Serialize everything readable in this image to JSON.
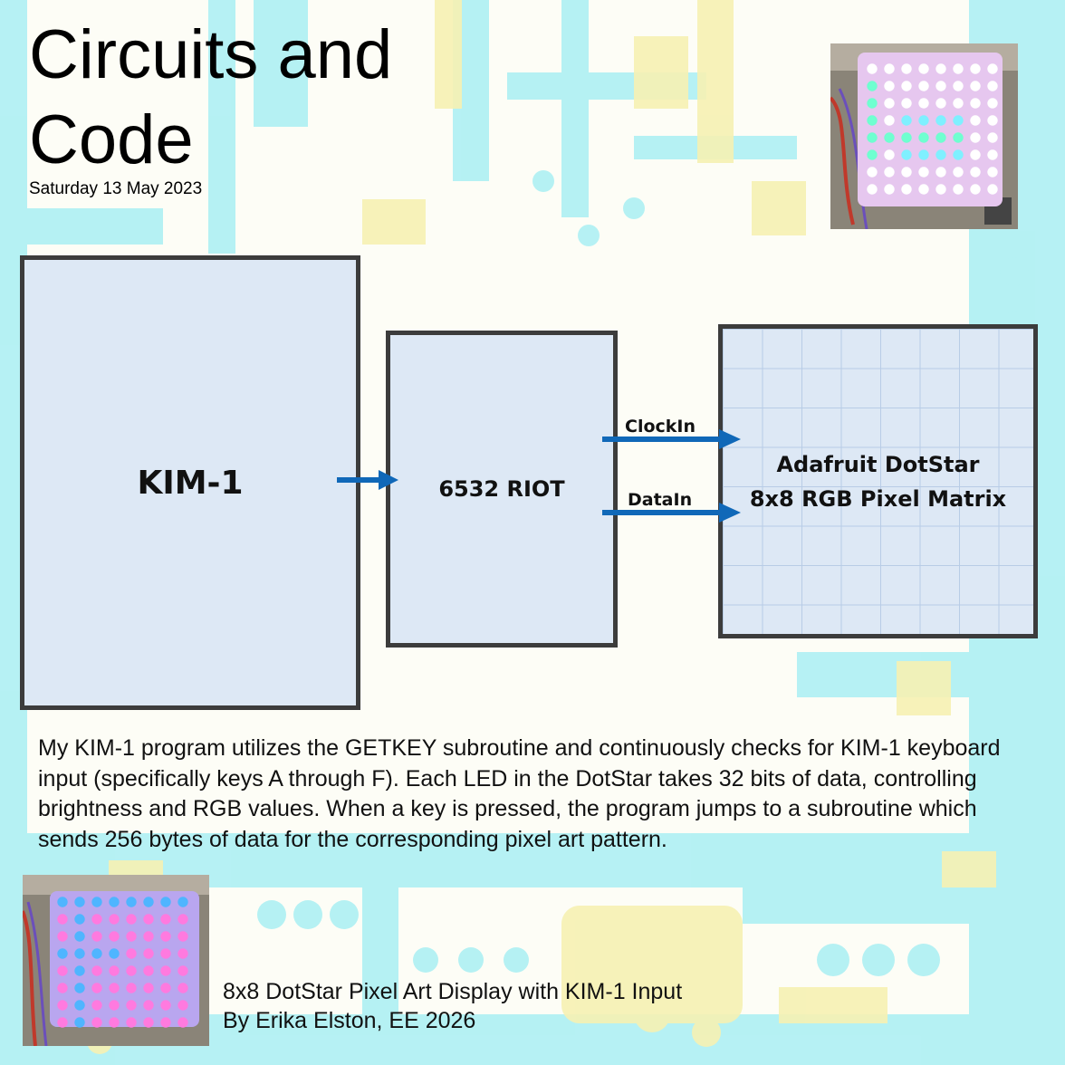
{
  "header": {
    "title_line1": "Circuits and",
    "title_line2": "Code",
    "date": "Saturday 13 May 2023"
  },
  "diagram": {
    "kim_label": "KIM-1",
    "riot_label": "6532 RIOT",
    "matrix_label_line1": "Adafruit DotStar",
    "matrix_label_line2": "8x8 RGB Pixel Matrix",
    "signal_clock": "ClockIn",
    "signal_data": "DataIn",
    "arrow_color": "#1068b8"
  },
  "description": "My KIM-1 program utilizes the GETKEY subroutine and continuously checks for KIM-1 keyboard input (specifically keys A through F). Each LED in the DotStar takes 32 bits of data, controlling brightness and RGB values. When a key is pressed, the program jumps to a subroutine which sends 256 bytes of data for the corresponding pixel art pattern.",
  "caption": {
    "line1": "8x8 DotStar Pixel Art Display with KIM-1 Input",
    "line2": "By Erika Elston, EE 2026"
  },
  "colors": {
    "background": "#fdfdf6",
    "cyan_trace": "#a8f0f4",
    "yellow_trace": "#f8f3b8",
    "box_fill": "#dde8f5",
    "box_border": "#3c3c3c"
  }
}
